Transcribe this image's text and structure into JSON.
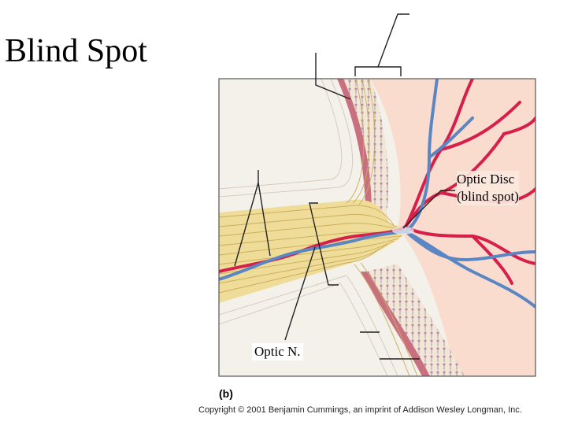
{
  "title": "Blind Spot",
  "labels": {
    "optic_disc_line1": "Optic Disc",
    "optic_disc_line2": "(blind spot)",
    "optic_nerve": "Optic N."
  },
  "panel_letter": "(b)",
  "copyright": "Copyright © 2001 Benjamin Cummings, an imprint of Addison Wesley Longman, Inc.",
  "colors": {
    "sclera": "#f3efe8",
    "choroid": "#f7d8c8",
    "retina_pigment": "#c8707a",
    "nerve_fibers": "#eedb96",
    "artery": "#d61f4a",
    "vein": "#5b86c4"
  }
}
